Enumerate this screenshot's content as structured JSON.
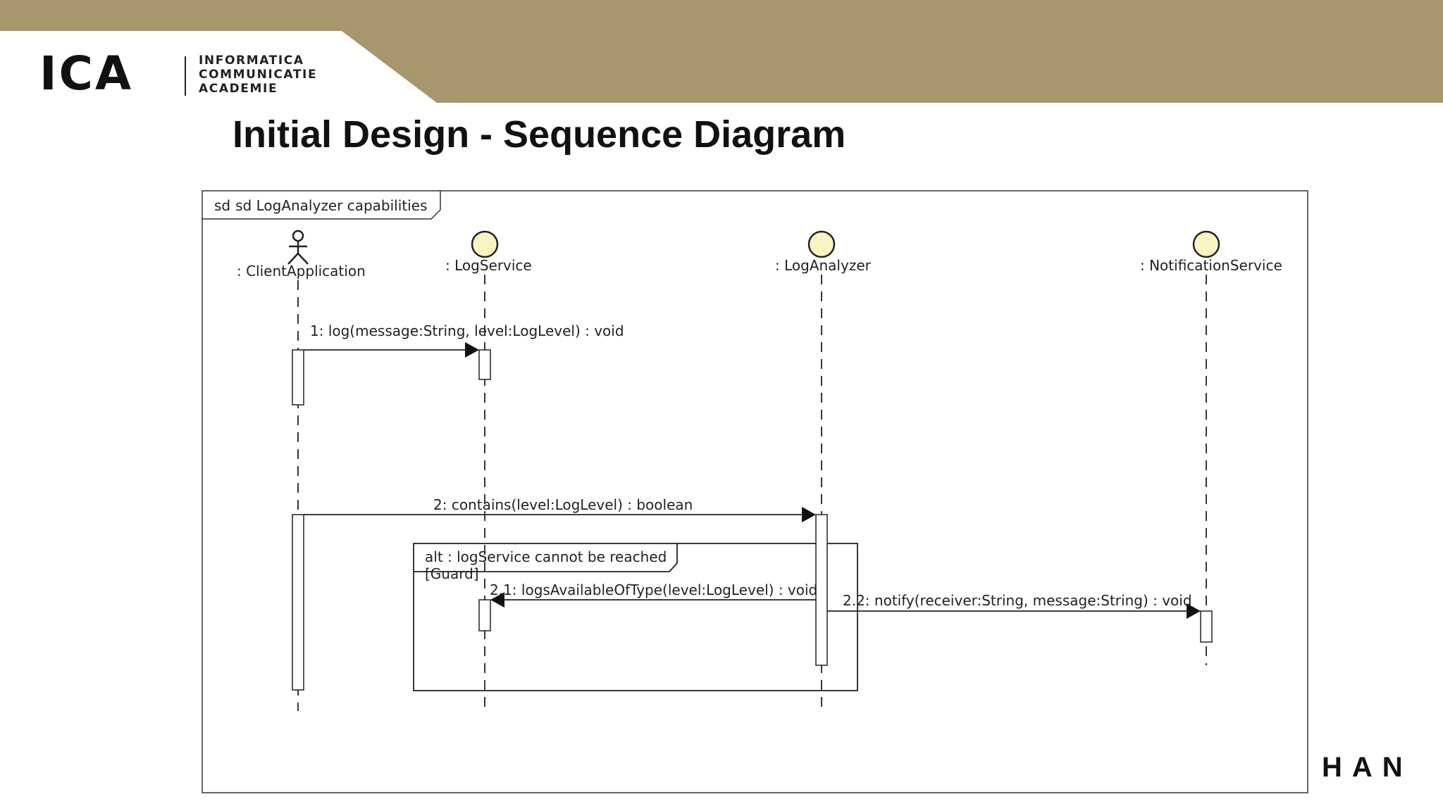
{
  "slide": {
    "title": "Initial Design - Sequence Diagram"
  },
  "logo": {
    "ica": "ICA",
    "line1": "INFORMATICA",
    "line2": "COMMUNICATIE",
    "line3": "ACADEMIE",
    "han": "HAN"
  },
  "colors": {
    "banner": "#a8976d",
    "lifeline_head": "#f8f4c4"
  },
  "diagram": {
    "frame_keyword": "sd",
    "frame_name": "sd LogAnalyzer capabilities",
    "participants": [
      {
        "label": ": ClientApplication",
        "kind": "actor"
      },
      {
        "label": ": LogService",
        "kind": "control"
      },
      {
        "label": ": LogAnalyzer",
        "kind": "control"
      },
      {
        "label": ": NotificationService",
        "kind": "control"
      }
    ],
    "messages": [
      {
        "label": "1: log(message:String, level:LogLevel) : void"
      },
      {
        "label": "2: contains(level:LogLevel) : boolean"
      },
      {
        "label": "2.1: logsAvailableOfType(level:LogLevel) : void"
      },
      {
        "label": "2.2: notify(receiver:String, message:String) : void"
      }
    ],
    "fragment": {
      "label": "alt : logService cannot be reached",
      "guard": "[Guard]"
    }
  }
}
